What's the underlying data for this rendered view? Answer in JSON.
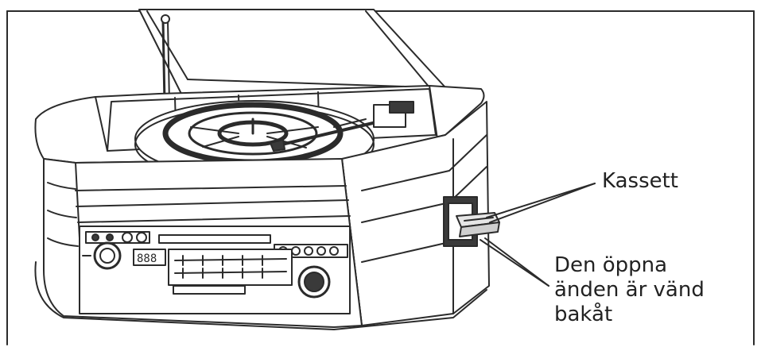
{
  "labels": {
    "cassette": "Kassett",
    "open_end": [
      "Den öppna",
      "änden är vänd",
      "bakåt"
    ]
  },
  "colors": {
    "line": "#2b2b2b",
    "light_fill": "#e6e6e6",
    "mid_fill": "#cfcfcf",
    "dark_fill": "#3a3a3a",
    "background": "#ffffff"
  }
}
